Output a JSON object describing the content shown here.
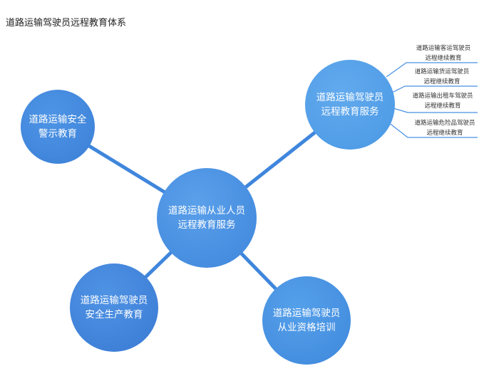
{
  "title": "道路运输驾驶员远程教育体系",
  "center": {
    "line1": "道路运输从业人员",
    "line2": "远程教育服务"
  },
  "nodes": [
    {
      "line1": "道路运输安全",
      "line2": "警示教育"
    },
    {
      "line1": "道路运输驾驶员",
      "line2": "远程教育服务"
    },
    {
      "line1": "道路运输驾驶员",
      "line2": "安全生产教育"
    },
    {
      "line1": "道路运输驾驶员",
      "line2": "从业资格培训"
    }
  ],
  "leaves": [
    {
      "line1": "道路运输客运驾驶员",
      "line2": "远程继续教育"
    },
    {
      "line1": "道路运输货运驾驶员",
      "line2": "远程继续教育"
    },
    {
      "line1": "道路运输出租车驾驶员",
      "line2": "远程继续教育"
    },
    {
      "line1": "道路运输危险品驾驶员",
      "line2": "远程继续教育"
    }
  ],
  "colors": {
    "node": "#4a90e2",
    "line": "#3f86dc"
  }
}
